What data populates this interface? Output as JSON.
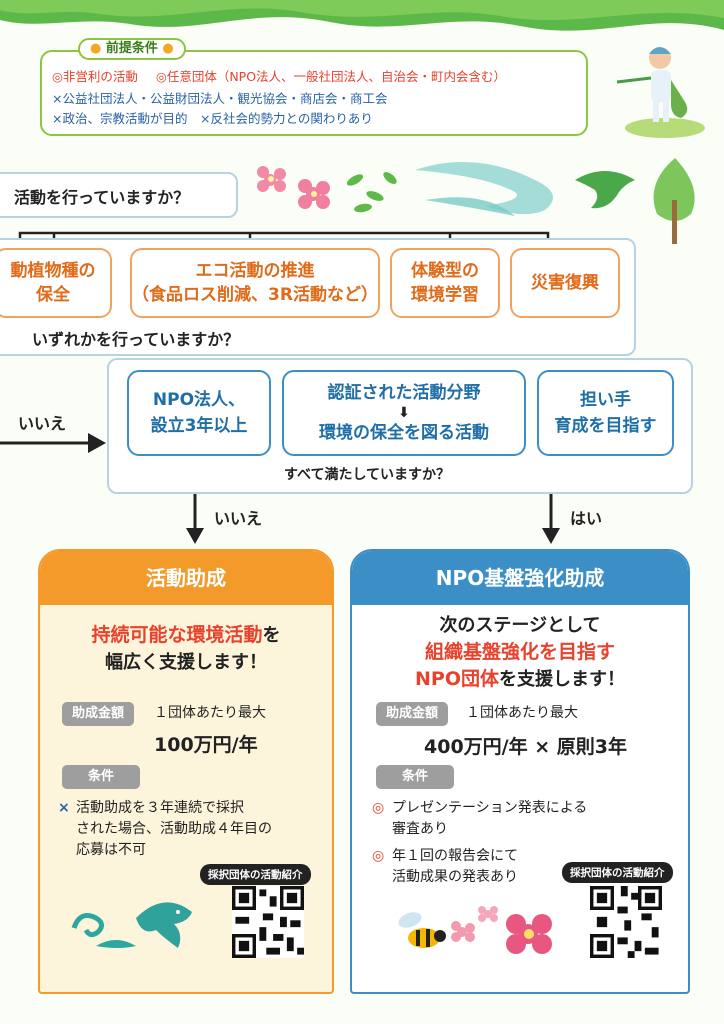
{
  "preconditions": {
    "tag": "前提条件",
    "line1_a": "◎非営利の活動",
    "line1_b": "◎任意団体（NPO法人、一般社団法人、自治会・町内会含む）",
    "line2": "×公益社団法人・公益財団法人・観光協会・商店会・商工会",
    "line3": "×政治、宗教活動が目的　×反社会的勢力との関わりあり"
  },
  "q1": "活動を行っていますか？",
  "options": [
    "動植物種の\n保全",
    "エコ活動の推進\n（食品ロス削減、3R活動など）",
    "体験型の\n環境学習",
    "災害復興"
  ],
  "q2": "いずれかを行っていますか？",
  "no_label_left": "いいえ",
  "requirements": {
    "r1": "NPO法人、\n設立3年以上",
    "r2_top": "認証された活動分野",
    "r2_bottom": "環境の保全を図る活動",
    "r3": "担い手\n育成を目指す"
  },
  "q3": "すべて満たしていますか？",
  "branch_no": "いいえ",
  "branch_yes": "はい",
  "left_panel": {
    "title": "活動助成",
    "lead_red": "持続可能な環境活動",
    "lead_tail": "を",
    "lead_line2": "幅広く支援します！",
    "amount_pill": "助成金額",
    "amount_text": "１団体あたり最大",
    "amount_value": "100万円/年",
    "cond_pill": "条件",
    "cond_mark": "×",
    "cond_text": "活動助成を３年連続で採択\nされた場合、活動助成４年目の\n応募は不可",
    "qr_label": "採択団体の活動紹介"
  },
  "right_panel": {
    "title": "NPO基盤強化助成",
    "lead_line1": "次のステージとして",
    "lead_red1": "組織基盤強化を目指す",
    "lead_red2": "NPO団体",
    "lead_tail": "を支援します！",
    "amount_pill": "助成金額",
    "amount_text": "１団体あたり最大",
    "amount_value": "400万円/年 × 原則3年",
    "cond_pill": "条件",
    "cond1": "プレゼンテーション発表による\n審査あり",
    "cond2": "年１回の報告会にて\n活動成果の発表あり",
    "qr_label": "採択団体の活動紹介"
  },
  "colors": {
    "green": "#8cc63f",
    "orange": "#f39a2b",
    "blue": "#3b8fc6",
    "red": "#e8412c"
  }
}
